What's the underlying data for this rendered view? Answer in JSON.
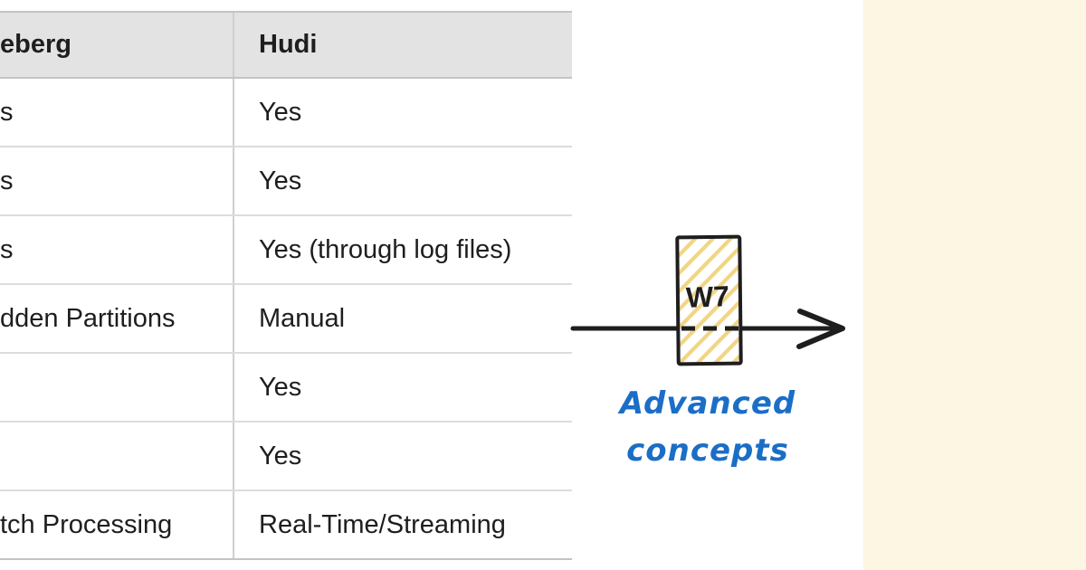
{
  "table": {
    "header": {
      "left": "eberg",
      "right": "Hudi"
    },
    "rows": [
      {
        "left": "s",
        "right": "Yes"
      },
      {
        "left": "s",
        "right": "Yes"
      },
      {
        "left": "s",
        "right": "Yes (through log files)"
      },
      {
        "left": "dden Partitions",
        "right": "Manual"
      },
      {
        "left": "",
        "right": "Yes"
      },
      {
        "left": "",
        "right": "Yes"
      },
      {
        "left": "tch Processing",
        "right": "Real-Time/Streaming"
      }
    ]
  },
  "diagram": {
    "node_label": "W7",
    "caption": {
      "line1": "Advanced",
      "line2": "concepts"
    }
  },
  "colors": {
    "header_bg": "#E3E3E3",
    "table_border_dark": "#C4C4C4",
    "row_border": "#DCDCDC",
    "text": "#1E1E1E",
    "ink": "#1E1E1E",
    "hatch_yellow": "#F2D584",
    "caption_blue": "#1B6EC6",
    "cream_panel": "#FDF6E3"
  }
}
